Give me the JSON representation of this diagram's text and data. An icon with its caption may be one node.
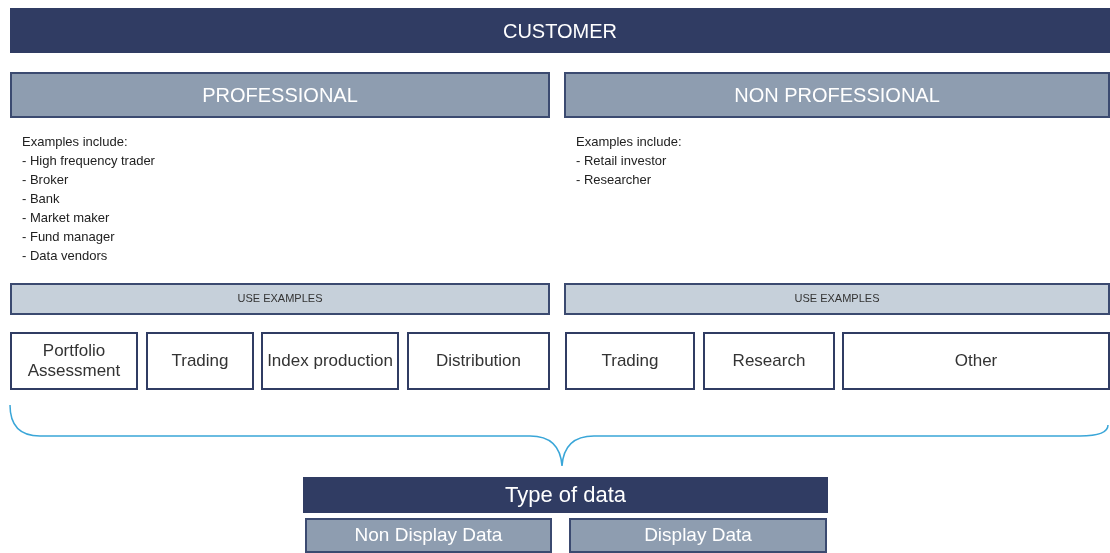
{
  "diagram": {
    "nodes": [
      {
        "text": [
          "CUSTOMER"
        ]
      },
      {
        "text": [
          "PROFESSIONAL"
        ],
        "beside": [
          "Examples include:",
          "- High frequency trader",
          "- Broker",
          "- Bank",
          "- Market maker",
          "- Fund manager",
          "- Data vendors"
        ]
      },
      {
        "text": [
          "NON PROFESSIONAL"
        ],
        "beside": [
          "Examples include:",
          "- Retail investor",
          "- Researcher"
        ]
      },
      {
        "text": [
          "USE EXAMPLES"
        ]
      },
      {
        "text": [
          "USE EXAMPLES"
        ]
      },
      {
        "text": [
          "Portfolio Assessment"
        ]
      },
      {
        "text": [
          "Trading"
        ]
      },
      {
        "text": [
          "Index production"
        ]
      },
      {
        "text": [
          "Distribution"
        ]
      },
      {
        "text": [
          "Trading"
        ]
      },
      {
        "text": [
          "Research"
        ]
      },
      {
        "text": [
          "Other"
        ]
      },
      {
        "text": [
          "Type of data"
        ]
      },
      {
        "text": [
          "Non Display Data"
        ]
      },
      {
        "text": [
          "Display Data"
        ]
      }
    ]
  }
}
